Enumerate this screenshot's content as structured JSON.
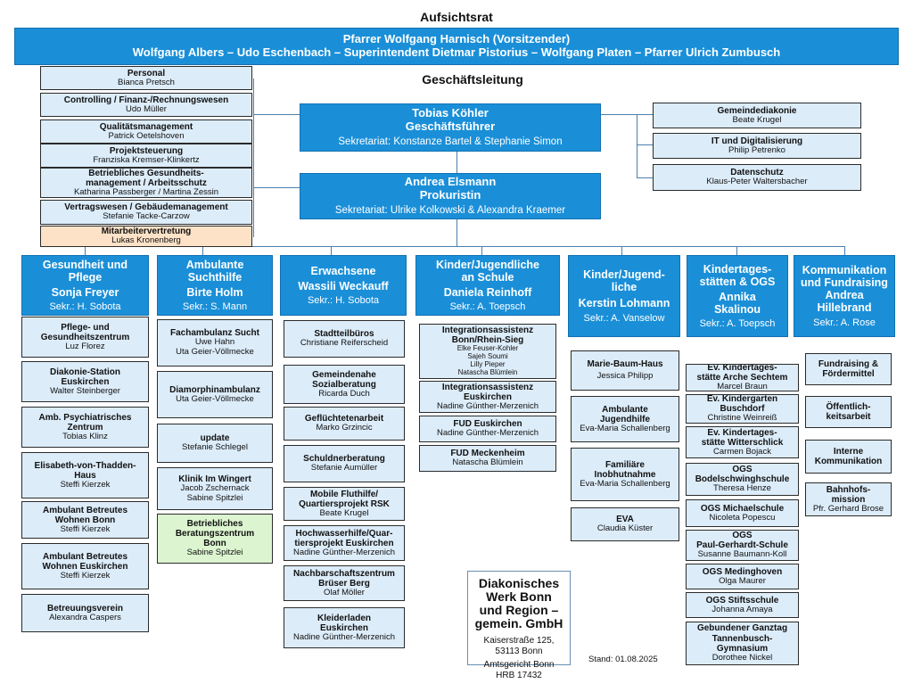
{
  "aufsichtsrat": {
    "heading": "Aufsichtsrat",
    "chair": "Pfarrer Wolfgang Harnisch (Vorsitzender)",
    "members": "Wolfgang Albers – Udo Eschenbach  – Superintendent Dietmar Pistorius – Wolfgang Platen – Pfarrer Ulrich Zumbusch"
  },
  "geschaeftsleitung": {
    "heading": "Geschäftsleitung",
    "ceo": {
      "name": "Tobias Köhler",
      "role": "Geschäftsführer",
      "secretariat": "Sekretariat: Konstanze Bartel & Stephanie Simon"
    },
    "prokura": {
      "name": "Andrea Elsmann",
      "role": "Prokuristin",
      "secretariat": "Sekretariat: Ulrike Kolkowski & Alexandra Kraemer"
    }
  },
  "staff_left": [
    {
      "title": "Personal",
      "name": "Bianca Pretsch"
    },
    {
      "title": "Controlling / Finanz-/Rechnungswesen",
      "name": "Udo Müller"
    },
    {
      "title": "Qualitätsmanagement",
      "name": "Patrick Oetelshoven"
    },
    {
      "title": "Projektsteuerung",
      "name": "Franziska Kremser-Klinkertz"
    },
    {
      "title": "Betriebliches Gesundheits-",
      "title2": "management / Arbeitsschutz",
      "name": "Katharina Passberger / Martina Zessin"
    },
    {
      "title": "Vertragswesen / Gebäudemanagement",
      "name": "Stefanie Tacke-Carzow"
    },
    {
      "title": "Mitarbeitervertretung",
      "name": "Lukas Kronenberg"
    }
  ],
  "staff_right": [
    {
      "title": "Gemeindediakonie",
      "name": "Beate Krugel"
    },
    {
      "title": "IT und Digitalisierung",
      "name": "Philip Petrenko"
    },
    {
      "title": "Datenschutz",
      "name": "Klaus-Peter Waltersbacher"
    }
  ],
  "columns": [
    {
      "l1": "Gesundheit und",
      "l2": "Pflege",
      "head": "Sonja Freyer",
      "sekr": "Sekr.: H. Sobota",
      "units": [
        {
          "t1": "Pflege- und",
          "t2": "Gesundheitszentrum",
          "n": "Luz Florez"
        },
        {
          "t1": "Diakonie-Station",
          "t2": "Euskirchen",
          "n": "Walter Steinberger"
        },
        {
          "t1": "Amb. Psychiatrisches",
          "t2": "Zentrum",
          "n": "Tobias Klinz"
        },
        {
          "t1": "Elisabeth-von-Thadden-",
          "t2": "Haus",
          "n": "Steffi Kierzek"
        },
        {
          "t1": "Ambulant Betreutes",
          "t2": "Wohnen Bonn",
          "n": "Steffi Kierzek"
        },
        {
          "t1": "Ambulant Betreutes",
          "t2": "Wohnen Euskirchen",
          "n": "Steffi Kierzek"
        },
        {
          "t1": "Betreuungsverein",
          "t2": "",
          "n": "Alexandra Caspers"
        }
      ]
    },
    {
      "l1": "Ambulante",
      "l2": "Suchthilfe",
      "head": "Birte Holm",
      "sekr": "Sekr.: S. Mann",
      "units": [
        {
          "t1": "Fachambulanz Sucht",
          "n": "Uwe Hahn",
          "n2": "Uta Geier-Völlmecke"
        },
        {
          "t1": "Diamorphinambulanz",
          "n": "Uta Geier-Völlmecke",
          "n2": ""
        },
        {
          "t1": "update",
          "n": "Stefanie Schlegel",
          "n2": ""
        },
        {
          "t1": "Klinik Im Wingert",
          "n": "Jacob Zschernack",
          "n2": "Sabine Spitzlei"
        },
        {
          "t1": "Betriebliches",
          "t2": "Beratungszentrum",
          "t3": "Bonn",
          "n": "Sabine Spitzlei"
        }
      ]
    },
    {
      "l1": "Erwachsene",
      "l2": "Wassili Weckauff",
      "sekr": "Sekr.: H. Sobota",
      "units": [
        {
          "t1": "Stadtteilbüros",
          "n": "Christiane Reiferscheid"
        },
        {
          "t1": "Gemeindenahe",
          "t2": "Sozialberatung",
          "n": "Ricarda Duch"
        },
        {
          "t1": "Geflüchtetenarbeit",
          "n": "Marko Grzincic"
        },
        {
          "t1": "Schuldnerberatung",
          "n": "Stefanie Aumüller"
        },
        {
          "t1": "Mobile Fluthilfe/",
          "t2": "Quartiersprojekt RSK",
          "n": "Beate Krugel"
        },
        {
          "t1": "Hochwasserhilfe/Quar-",
          "t2": "tiersprojekt Euskirchen",
          "n": "Nadine Günther-Merzenich"
        },
        {
          "t1": "Nachbarschaftszentrum",
          "t2": "Brüser Berg",
          "n": "Olaf Möller"
        },
        {
          "t1": "Kleiderladen",
          "t2": "Euskirchen",
          "n": "Nadine Günther-Merzenich"
        }
      ]
    },
    {
      "l1": "Kinder/Jugendliche",
      "l2": "an  Schule",
      "head": "Daniela Reinhoff",
      "sekr": "Sekr.: A. Toepsch",
      "units": [
        {
          "t1": "Integrationsassistenz",
          "t2": "Bonn/Rhein-Sieg",
          "names": [
            "Elke Feuser-Kohler",
            "Sajeh Soumi",
            "Lilly Pieper",
            "Natascha Blümlein"
          ]
        },
        {
          "t1": "Integrationsassistenz",
          "t2": "Euskirchen",
          "n": "Nadine Günther-Merzenich"
        },
        {
          "t1": "FUD Euskirchen",
          "n": "Nadine Günther-Merzenich"
        },
        {
          "t1": "FUD Meckenheim",
          "n": "Natascha Blümlein"
        }
      ]
    },
    {
      "l1": "Kinder/Jugend-",
      "l2": "liche",
      "head": "Kerstin Lohmann",
      "sekr": "Sekr.: A. Vanselow",
      "units": [
        {
          "t1": "Marie-Baum-Haus",
          "n": "Jessica Philipp"
        },
        {
          "t1": "Ambulante",
          "t2": "Jugendhilfe",
          "n": "Eva-Maria Schallenberg"
        },
        {
          "t1": "Familiäre",
          "t2": "Inobhutnahme",
          "n": "Eva-Maria Schallenberg"
        },
        {
          "t1": "EVA",
          "n": "Claudia Küster"
        }
      ]
    },
    {
      "l1": "Kindertages-",
      "l2": "stätten & OGS",
      "head": "Annika",
      "head2": "Skalinou",
      "sekr": "Sekr.: A. Toepsch",
      "units": [
        {
          "t1": "Ev. Kindertages-",
          "t2": "stätte Arche Sechtem",
          "n": "Marcel Braun"
        },
        {
          "t1": "Ev. Kindergarten",
          "t2": "Buschdorf",
          "n": "Christine Weinreiß"
        },
        {
          "t1": "Ev. Kindertages-",
          "t2": "stätte Witterschlick",
          "n": "Carmen Bojack"
        },
        {
          "t1": "OGS",
          "t2": "Bodelschwinghschule",
          "n": "Theresa Henze"
        },
        {
          "t1": "OGS Michaelschule",
          "n": "Nicoleta Popescu"
        },
        {
          "t1": "OGS",
          "t2": "Paul-Gerhardt-Schule",
          "n": "Susanne Baumann-Koll"
        },
        {
          "t1": "OGS Medinghoven",
          "n": "Olga Maurer"
        },
        {
          "t1": "OGS Stiftsschule",
          "n": "Johanna Amaya"
        },
        {
          "t1": "Gebundener Ganztag",
          "t2": "Tannenbusch-",
          "t3": "Gymnasium",
          "n": "Dorothee Nickel"
        }
      ]
    },
    {
      "l1": "Kommunikation",
      "l2": "und Fundraising",
      "head": "Andrea",
      "head2": "Hillebrand",
      "sekr": "Sekr.: A. Rose",
      "units": [
        {
          "t1": "Fundraising &",
          "t2": "Fördermittel"
        },
        {
          "t1": "Öffentlich-",
          "t2": "keitsarbeit"
        },
        {
          "t1": "Interne",
          "t2": "Kommunikation"
        },
        {
          "t1": "Bahnhofs-",
          "t2": "mission",
          "n": "Pfr. Gerhard Brose"
        }
      ]
    }
  ],
  "company": {
    "l1": "Diakonisches",
    "l2": "Werk Bonn",
    "l3": "und Region –",
    "l4": "gemein. GmbH",
    "addr1": "Kaiserstraße 125,",
    "addr2": "53113 Bonn",
    "court1": "Amtsgericht Bonn",
    "court2": "HRB 17432"
  },
  "stand": "Stand: 01.08.2025"
}
